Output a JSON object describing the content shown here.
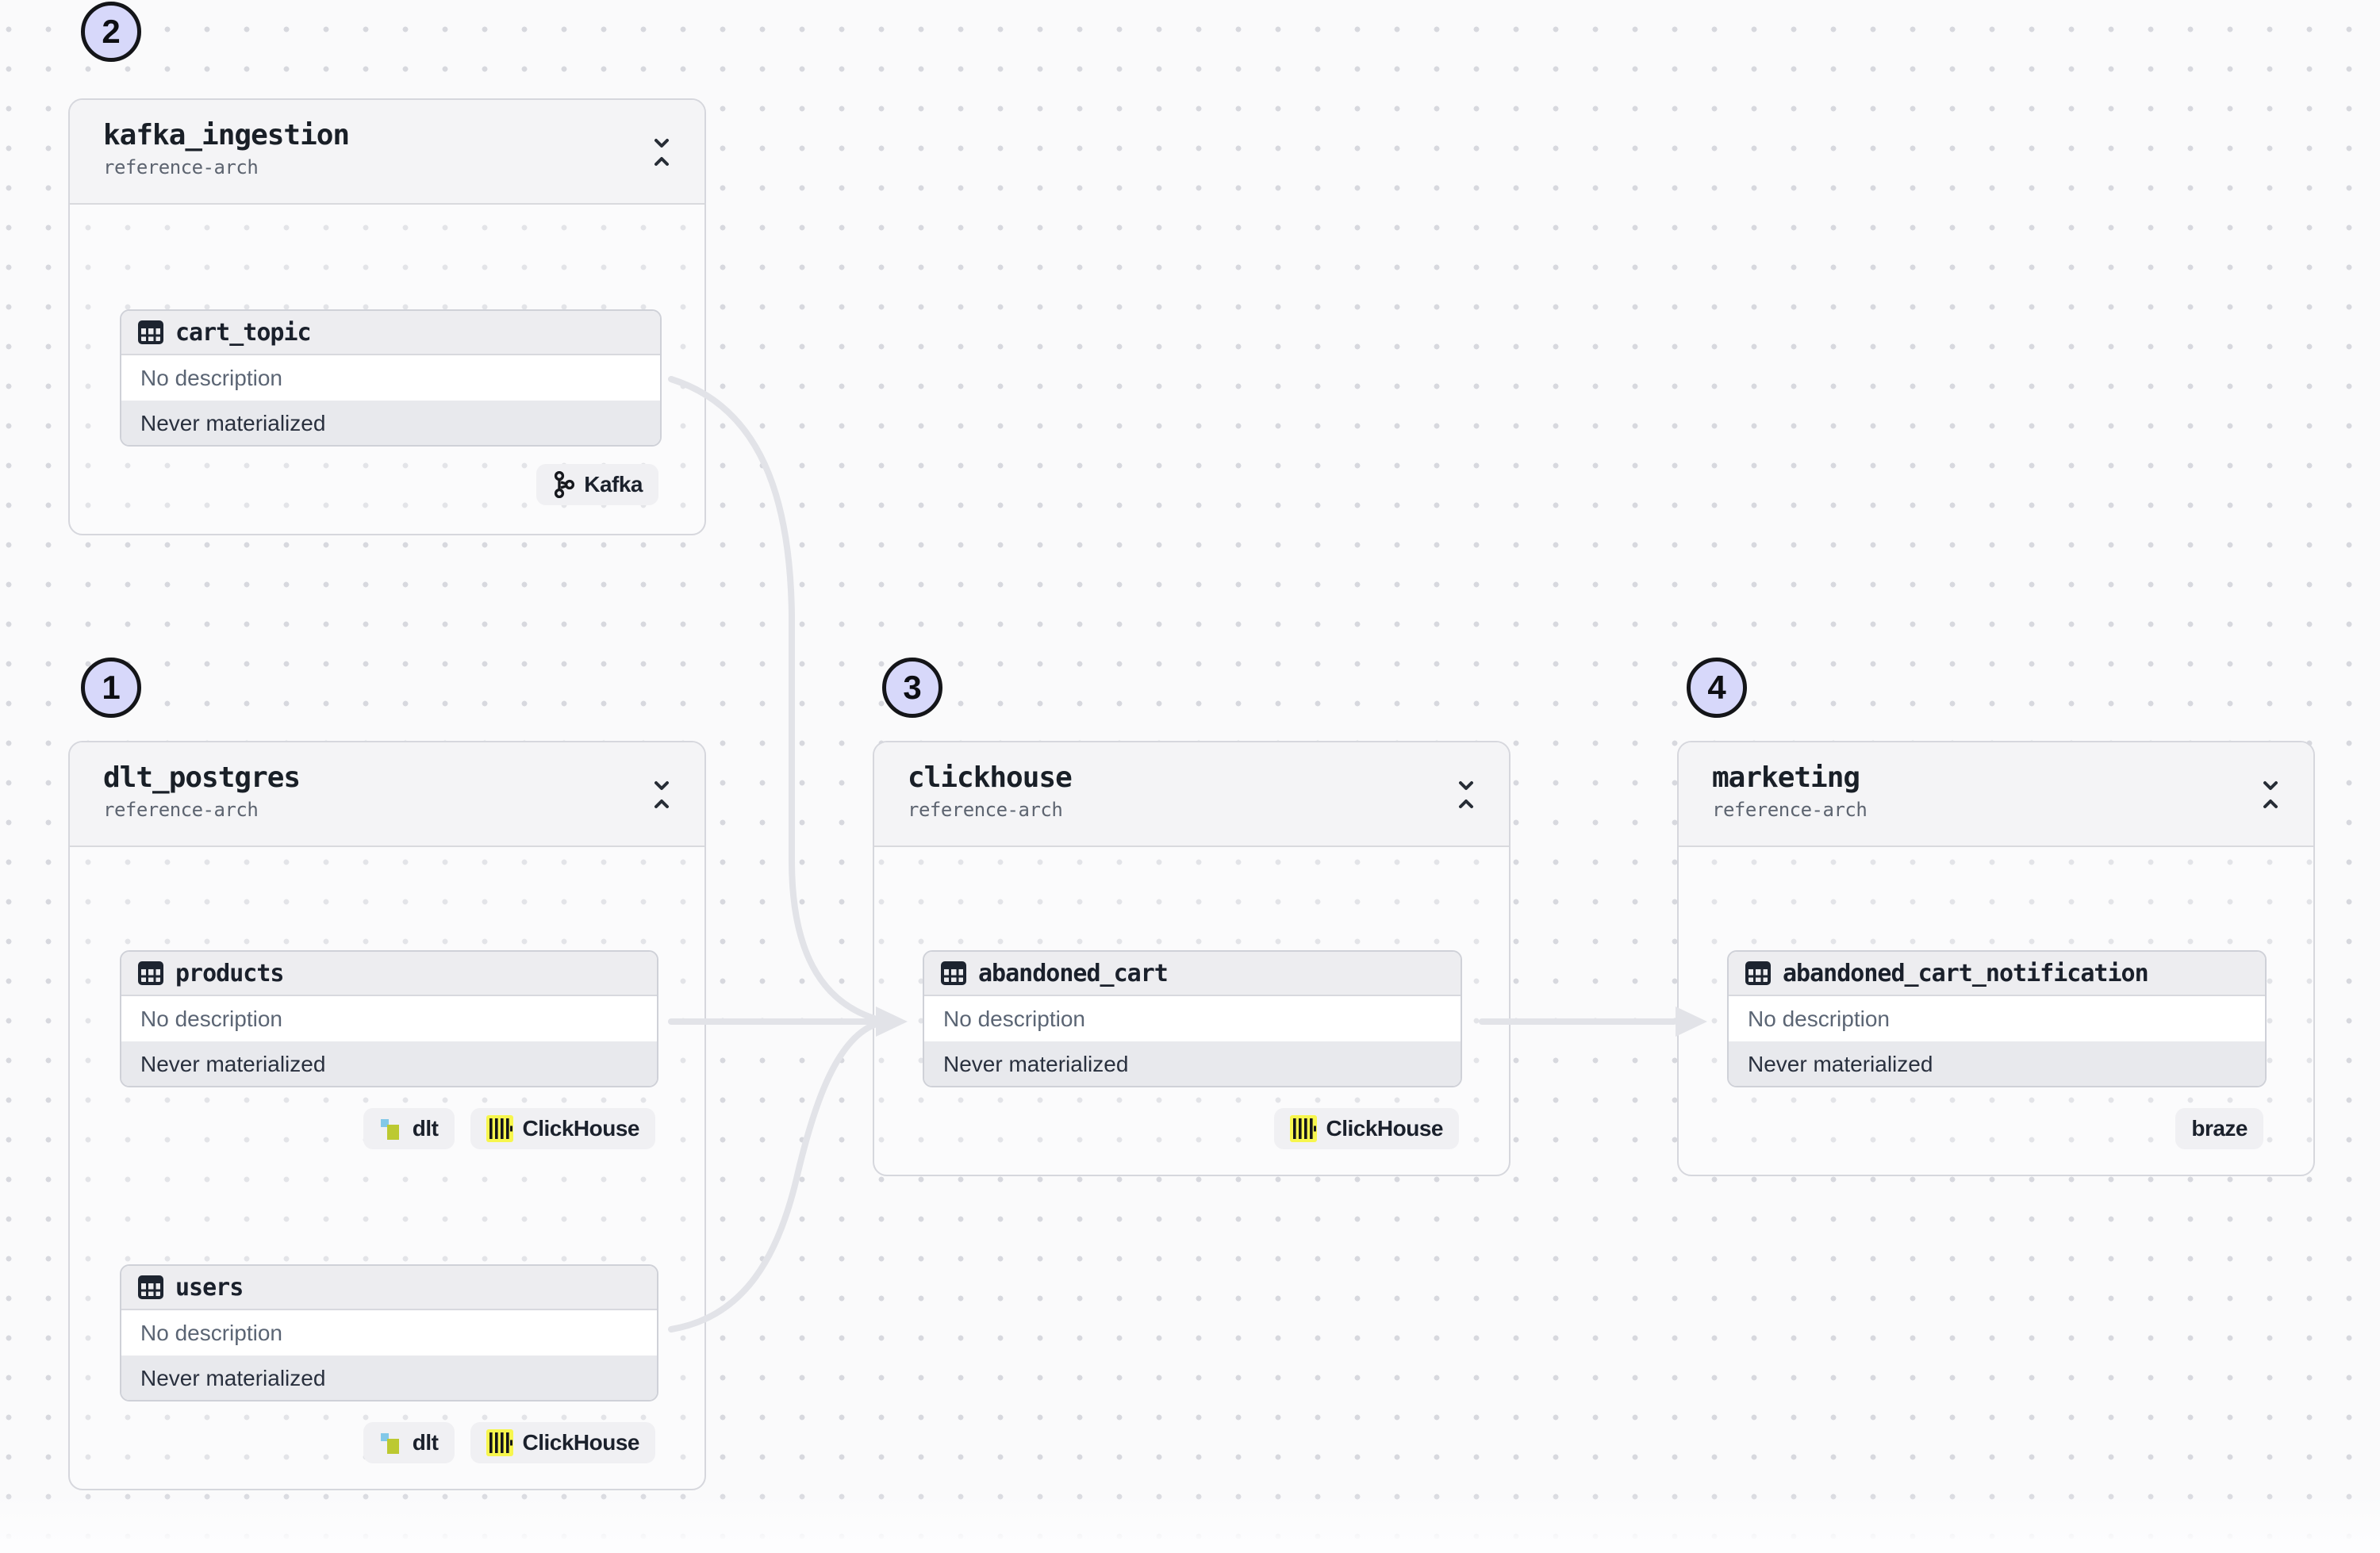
{
  "app": {
    "view": "asset-lineage-graph"
  },
  "colors": {
    "canvas_bg": "#fafafb",
    "dot": "#d7d8de",
    "group_header_bg": "#f4f4f6",
    "card_header_bg": "#ededf0",
    "card_status_bg": "#e8e9ed",
    "edge": "#e2e3e8",
    "step_badge_bg": "#d7d8fa",
    "clickhouse_yellow": "#f7f64d",
    "dlt_blue": "#82c8e8",
    "dlt_green": "#bcc931"
  },
  "groups": [
    {
      "step": "2",
      "title": "kafka_ingestion",
      "subtitle": "reference-arch",
      "assets": [
        {
          "name": "cart_topic",
          "description": "No description",
          "status": "Never materialized",
          "tags": [
            {
              "label": "Kafka",
              "icon": "kafka-icon"
            }
          ]
        }
      ]
    },
    {
      "step": "1",
      "title": "dlt_postgres",
      "subtitle": "reference-arch",
      "assets": [
        {
          "name": "products",
          "description": "No description",
          "status": "Never materialized",
          "tags": [
            {
              "label": "dlt",
              "icon": "dlt-icon"
            },
            {
              "label": "ClickHouse",
              "icon": "clickhouse-icon"
            }
          ]
        },
        {
          "name": "users",
          "description": "No description",
          "status": "Never materialized",
          "tags": [
            {
              "label": "dlt",
              "icon": "dlt-icon"
            },
            {
              "label": "ClickHouse",
              "icon": "clickhouse-icon"
            }
          ]
        }
      ]
    },
    {
      "step": "3",
      "title": "clickhouse",
      "subtitle": "reference-arch",
      "assets": [
        {
          "name": "abandoned_cart",
          "description": "No description",
          "status": "Never materialized",
          "tags": [
            {
              "label": "ClickHouse",
              "icon": "clickhouse-icon"
            }
          ]
        }
      ]
    },
    {
      "step": "4",
      "title": "marketing",
      "subtitle": "reference-arch",
      "assets": [
        {
          "name": "abandoned_cart_notification",
          "description": "No description",
          "status": "Never materialized",
          "tags": [
            {
              "label": "braze",
              "icon": ""
            }
          ]
        }
      ]
    }
  ]
}
